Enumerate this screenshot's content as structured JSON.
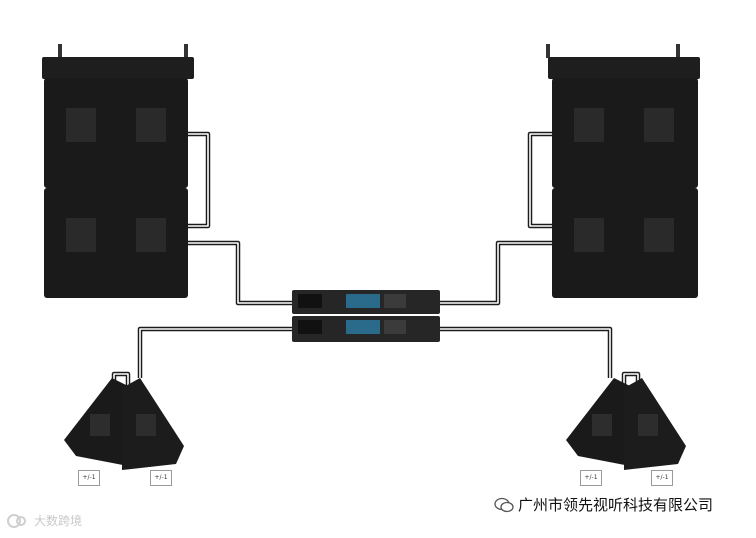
{
  "labels": {
    "sub_left_a": "+/-1",
    "sub_left_b": "+/-1",
    "sub_right_a": "+/-1",
    "sub_right_b": "+/-1"
  },
  "watermarks": {
    "brand_text": "广州市领先视听科技有限公司",
    "corner_text": "大数跨境"
  },
  "colors": {
    "speaker_body": "#1a1a1a",
    "speaker_panel": "#2b2b2b",
    "cable": "#1b1b1b",
    "amp_body": "#262626",
    "amp_screen": "#2a6a8a"
  },
  "icons": {
    "brand": "wechat-icon",
    "corner": "logo-icon"
  }
}
